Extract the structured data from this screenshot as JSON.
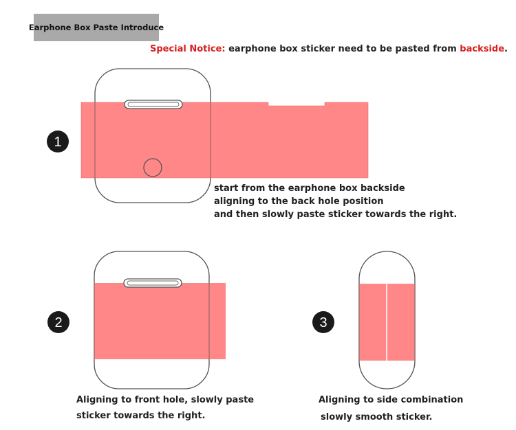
{
  "header": {
    "title": "Earphone Box Paste Introduce"
  },
  "notice": {
    "prefix": "Special Notice:",
    "body": " earphone box sticker need to be pasted from ",
    "emphasis": "backside",
    "suffix": "."
  },
  "steps": [
    {
      "number": "1",
      "lines": [
        "start from the earphone box backside",
        "aligning to the back hole position",
        "and then slowly paste sticker towards the right."
      ]
    },
    {
      "number": "2",
      "lines": [
        "Aligning to front hole, slowly paste",
        "sticker towards the right."
      ]
    },
    {
      "number": "3",
      "lines": [
        "Aligning to side combination",
        "slowly smooth sticker."
      ]
    }
  ],
  "colors": {
    "sticker": "#ff7d7d",
    "outline": "#555555",
    "notice_red": "#d81e1e",
    "header_bg": "#a9a9a9",
    "badge": "#1a1a1a"
  }
}
